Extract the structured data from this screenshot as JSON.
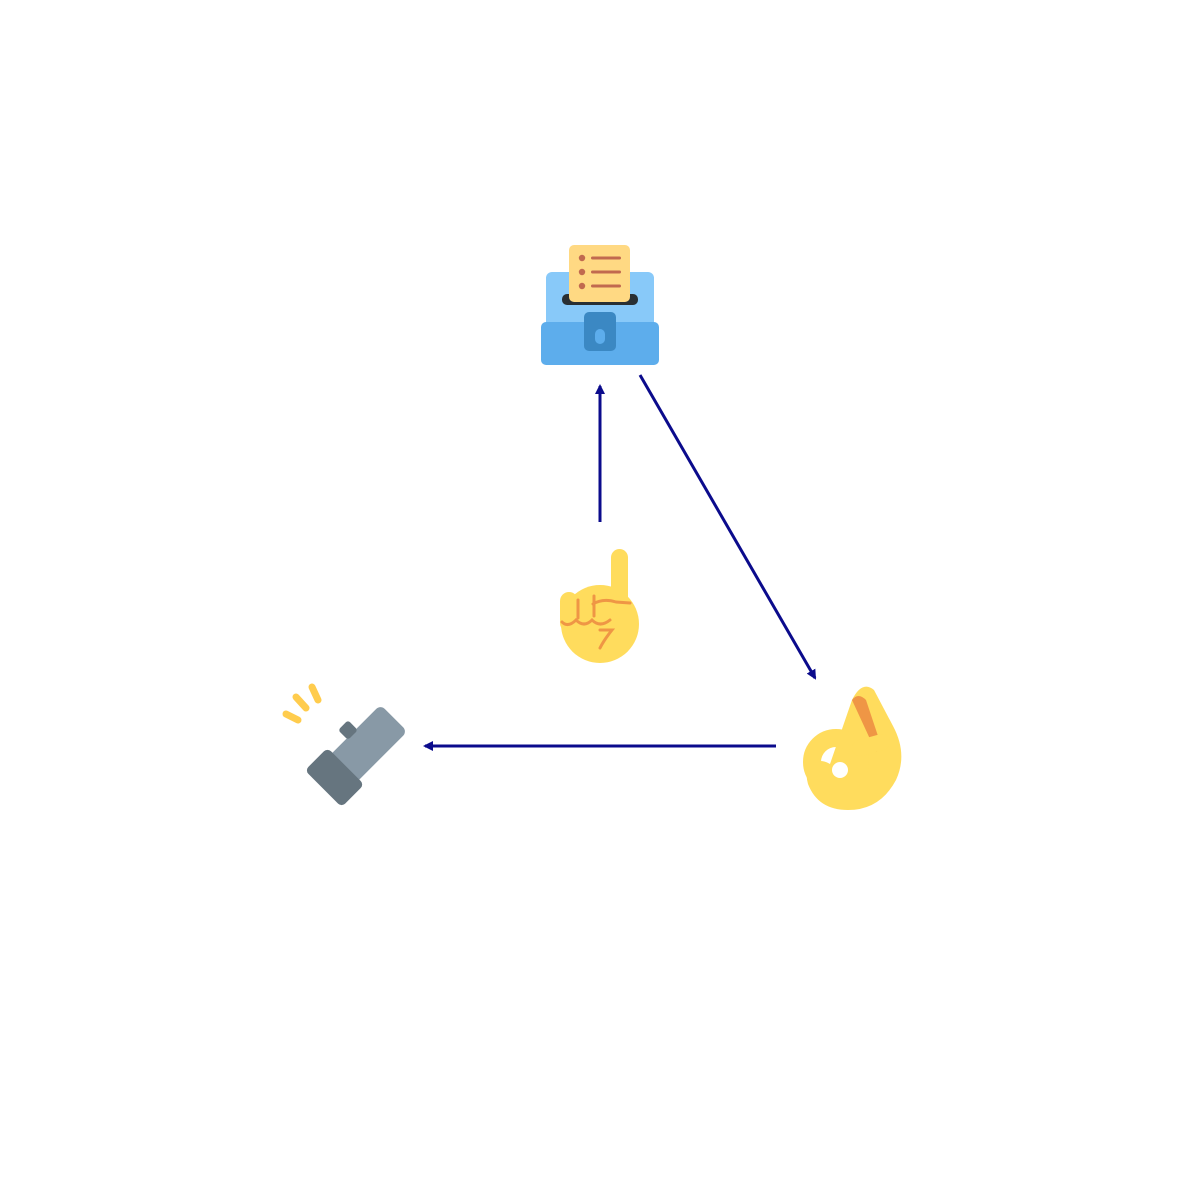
{
  "diagram": {
    "nodes": [
      {
        "id": "ballot-box",
        "icon": "ballot-box-icon"
      },
      {
        "id": "pointing-up",
        "icon": "index-pointing-up-icon"
      },
      {
        "id": "ok-hand",
        "icon": "ok-hand-icon"
      },
      {
        "id": "flashlight",
        "icon": "flashlight-icon"
      }
    ],
    "edges": [
      {
        "from": "pointing-up",
        "to": "ballot-box"
      },
      {
        "from": "ballot-box",
        "to": "ok-hand"
      },
      {
        "from": "ok-hand",
        "to": "flashlight"
      }
    ],
    "colors": {
      "arrow": "#0b0b8c",
      "skin": "#ffdc5d",
      "skin_line": "#ef9645",
      "box_top": "#88c9f9",
      "box_body": "#5dadec",
      "box_latch": "#3b88c3",
      "ballot_paper": "#ffd983",
      "ballot_lines": "#c1694f",
      "slot": "#292f33",
      "torch_body": "#8899a6",
      "torch_head": "#66757f",
      "torch_rays": "#ffcc4d"
    }
  }
}
